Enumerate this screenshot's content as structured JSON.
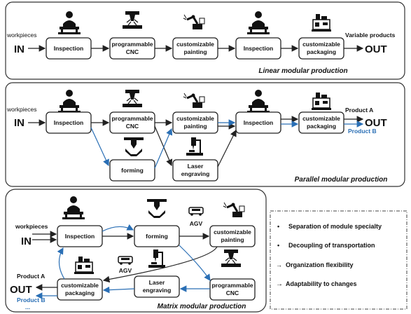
{
  "panels": {
    "linear": {
      "caption": "Linear modular production",
      "input_label": "workpieces",
      "input": "IN",
      "output_label": "Variable products",
      "output": "OUT",
      "modules": [
        "Inspection",
        "programmable\nCNC",
        "customizable\npainting",
        "Inspection",
        "customizable\npackaging"
      ]
    },
    "parallel": {
      "caption": "Parallel modular production",
      "input_label": "workpieces",
      "input": "IN",
      "output": "OUT",
      "product_a": "Product A",
      "product_b": "Product B",
      "modules": [
        "Inspection",
        "programmable\nCNC",
        "customizable\npainting",
        "Inspection",
        "customizable\npackaging",
        "forming",
        "Laser\nengraving"
      ]
    },
    "matrix": {
      "caption": "Matrix modular production",
      "input_label": "workpieces",
      "input": "IN",
      "output": "OUT",
      "product_a": "Product A",
      "product_b": "Product B",
      "ellipsis": "...",
      "agv_top": "AGV",
      "agv_bottom": "AGV",
      "modules": [
        "Inspection",
        "forming",
        "customizable\npainting",
        "customizable\npackaging",
        "Laser\nengraving",
        "programmable\nCNC"
      ]
    }
  },
  "legend": {
    "items": [
      {
        "marker": "•",
        "text": "Separation of module specialty"
      },
      {
        "marker": "•",
        "text": "Decoupling of transportation"
      },
      {
        "marker": "→",
        "text": "Organization flexibility"
      },
      {
        "marker": "→",
        "text": "Adaptability to changes"
      }
    ]
  },
  "colors": {
    "accent_blue": "#2a6fb5",
    "line": "#222222",
    "box_bg": "#ffffff"
  }
}
